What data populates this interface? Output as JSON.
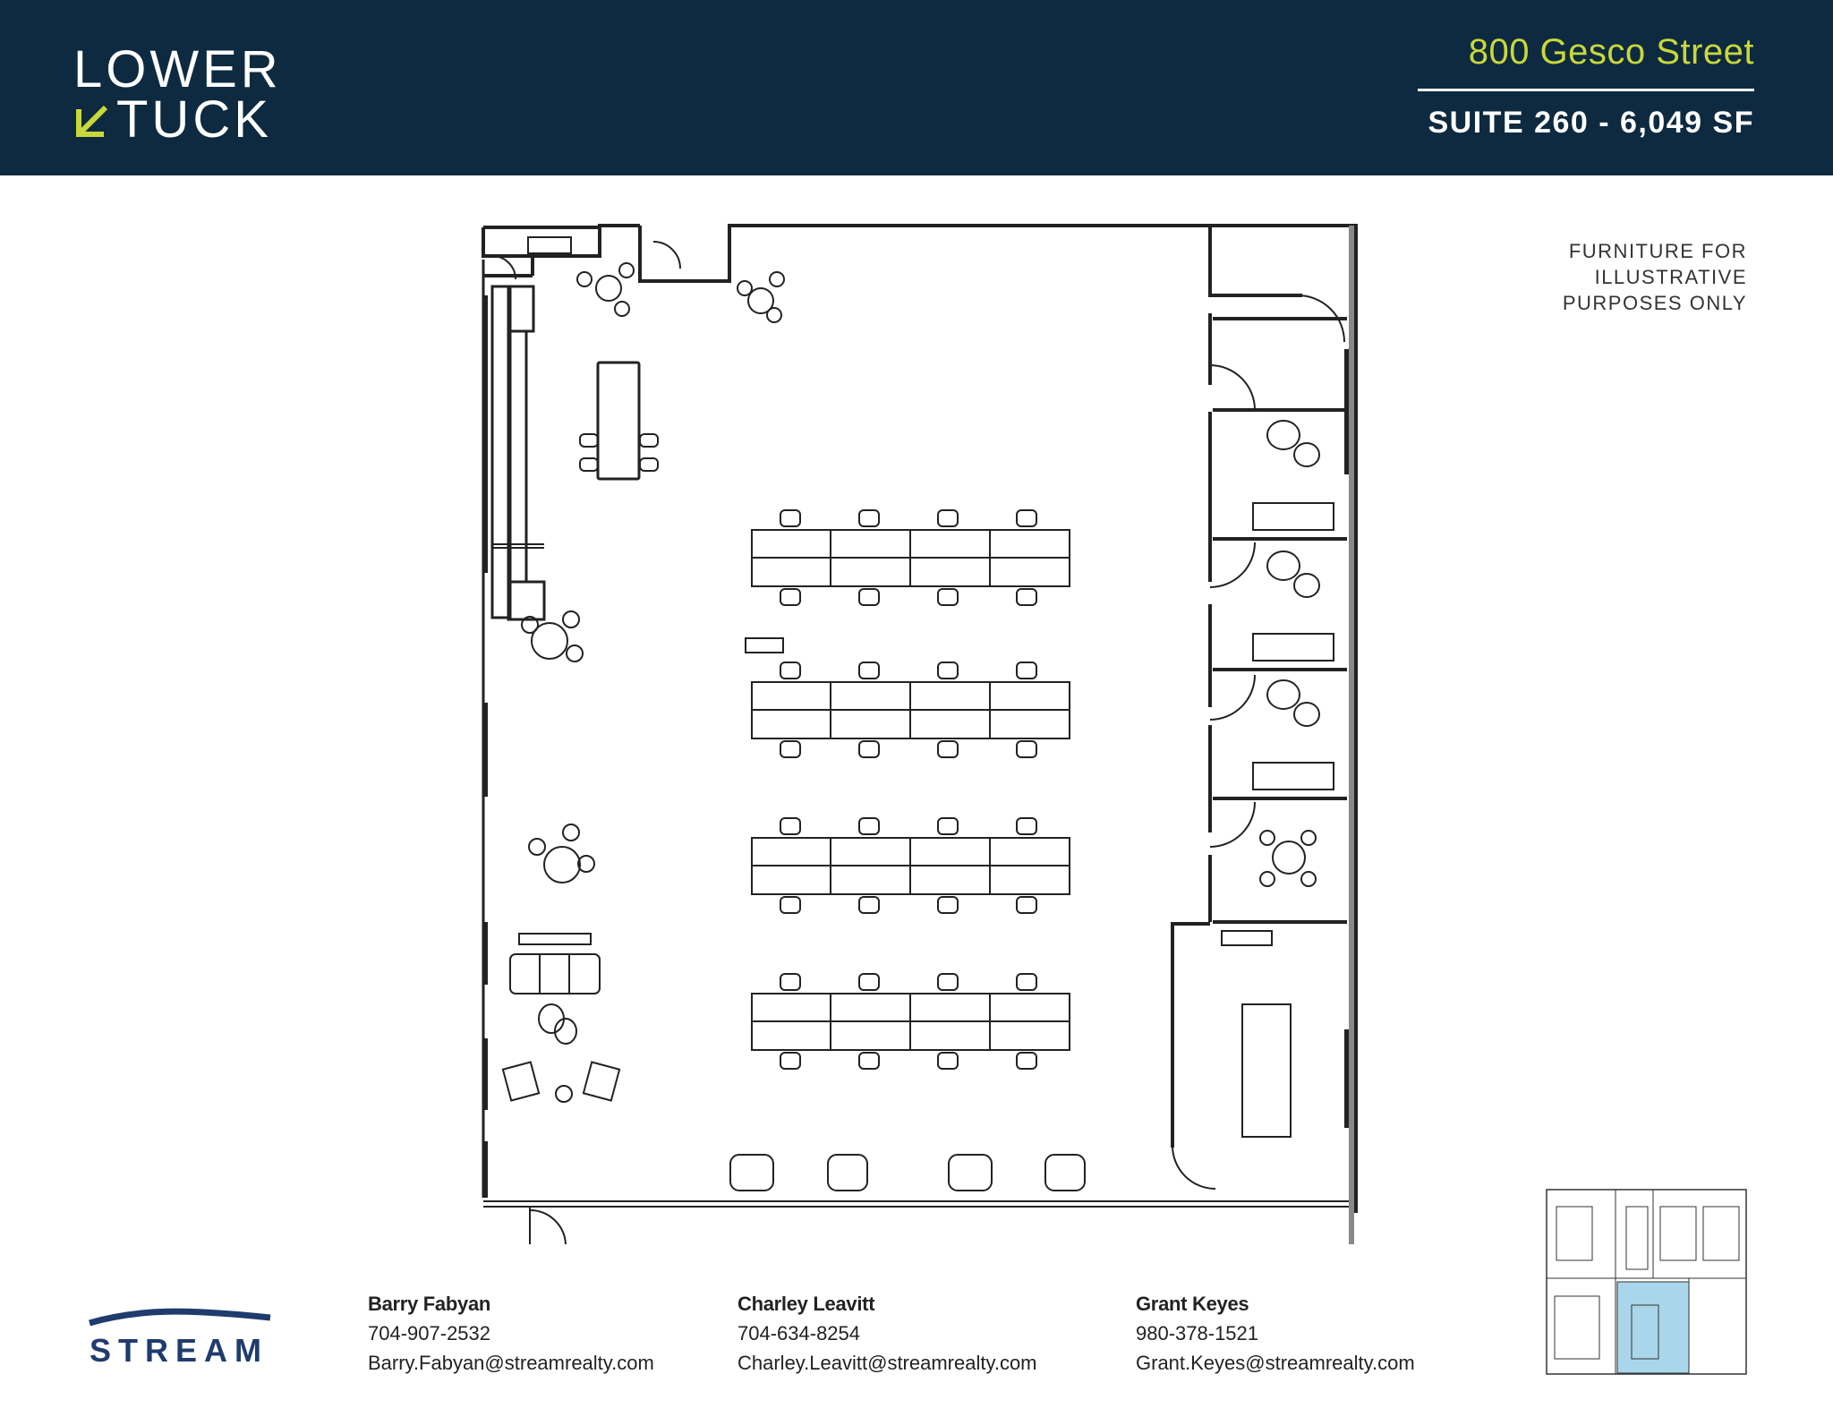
{
  "brand": {
    "logo_line1": "LOWER",
    "logo_line2": "TUCK",
    "accent_color": "#c9d83a",
    "header_bg": "#0e2a40"
  },
  "property": {
    "address": "800 Gesco Street",
    "suite": "SUITE 260 - 6,049 SF"
  },
  "disclaimer": {
    "line1": "FURNITURE FOR",
    "line2": "ILLUSTRATIVE",
    "line3": "PURPOSES ONLY"
  },
  "broker_logo": {
    "text": "STREAM",
    "color": "#1f3c6e"
  },
  "contacts": [
    {
      "name": "Barry Fabyan",
      "phone": "704-907-2532",
      "email": "Barry.Fabyan@streamrealty.com"
    },
    {
      "name": "Charley Leavitt",
      "phone": "704-634-8254",
      "email": "Charley.Leavitt@streamrealty.com"
    },
    {
      "name": "Grant Keyes",
      "phone": "980-378-1521",
      "email": "Grant.Keyes@streamrealty.com"
    }
  ],
  "icons": {
    "logo_arrow": "arrow-down-left-icon",
    "highlight_color": "#a9d6ea"
  }
}
